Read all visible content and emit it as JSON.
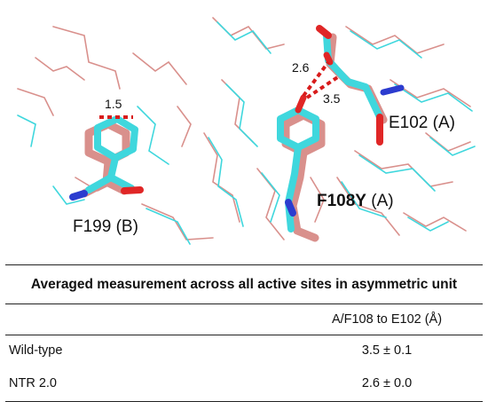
{
  "labels": {
    "residue_f199": "F199 (B)",
    "residue_f108y_bold": "F108Y",
    "residue_f108y_chain": "(A)",
    "residue_e102": "E102 (A)",
    "dist_ring": "1.5",
    "dist_short": "2.6",
    "dist_long": "3.5"
  },
  "colors": {
    "nitroreductase_variant": "#3fd7dd",
    "wild_type": "#d9908c",
    "oxygen": "#e02626",
    "nitrogen": "#2c3ccf",
    "distance_dash": "#d81b1b"
  },
  "table": {
    "title": "Averaged measurement across all active sites in asymmetric unit",
    "column_header": "A/F108 to E102 (Å)",
    "rows": [
      {
        "name": "Wild-type",
        "value": "3.5 ± 0.1"
      },
      {
        "name": "NTR 2.0",
        "value": "2.6 ± 0.0"
      }
    ]
  }
}
